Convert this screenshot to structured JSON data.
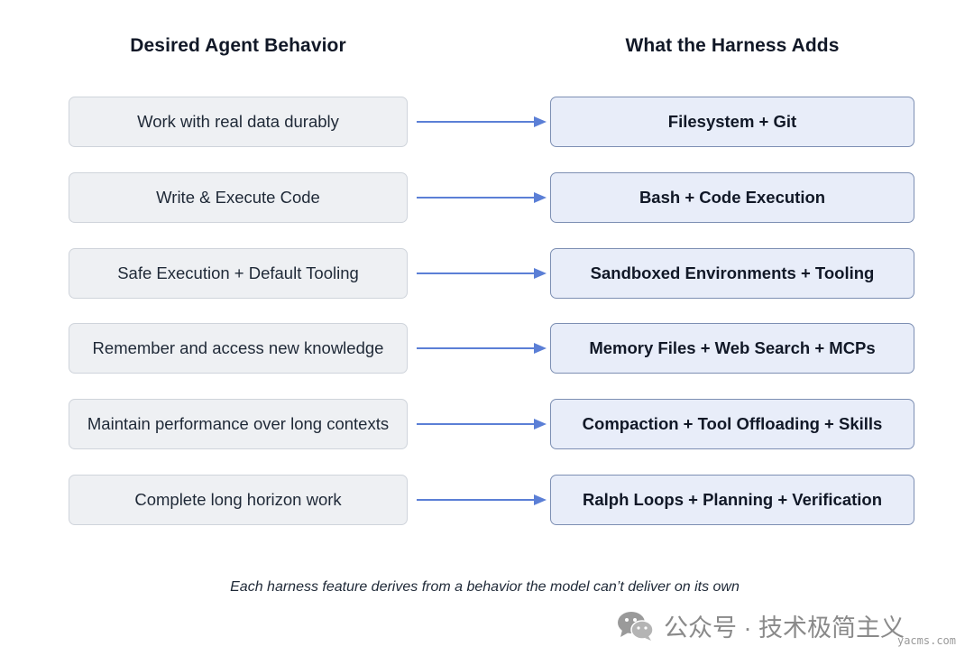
{
  "headers": {
    "left": "Desired Agent Behavior",
    "right": "What the Harness Adds"
  },
  "rows": [
    {
      "behavior": "Work with real data durably",
      "feature": "Filesystem + Git"
    },
    {
      "behavior": "Write & Execute Code",
      "feature": "Bash + Code Execution"
    },
    {
      "behavior": "Safe Execution + Default Tooling",
      "feature": "Sandboxed Environments + Tooling"
    },
    {
      "behavior": "Remember and access new knowledge",
      "feature": "Memory Files + Web Search + MCPs"
    },
    {
      "behavior": "Maintain performance over long contexts",
      "feature": "Compaction + Tool Offloading + Skills"
    },
    {
      "behavior": "Complete long horizon work",
      "feature": "Ralph Loops + Planning + Verification"
    }
  ],
  "caption": "Each harness feature derives from a behavior the model can’t deliver on its own",
  "watermark": {
    "text": "公众号 · 技术极简主义",
    "site": "yacms.com",
    "icon": "wechat-icon"
  },
  "colors": {
    "arrow": "#5b7fd6",
    "left_box_fill": "#eef0f3",
    "right_box_fill": "#e8edf9",
    "right_box_border": "#7d8fb3"
  }
}
